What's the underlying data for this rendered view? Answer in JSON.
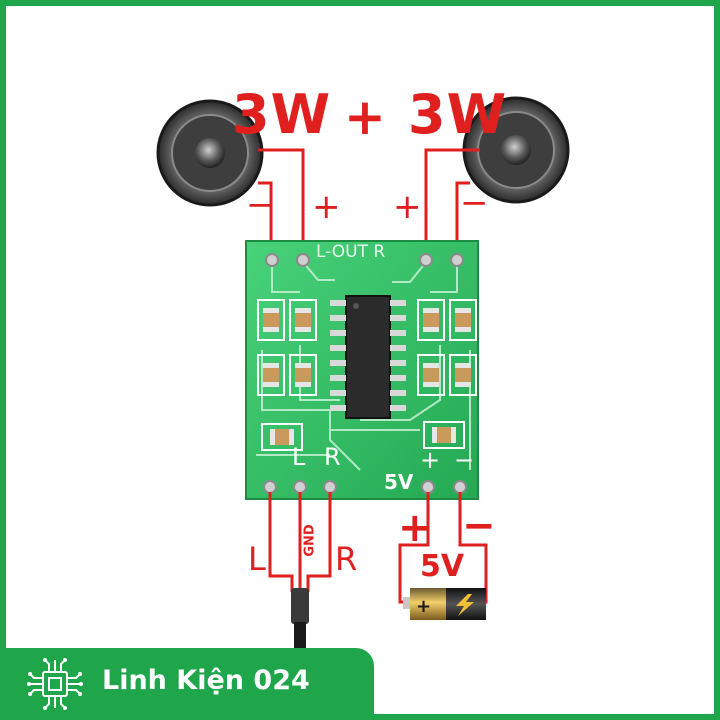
{
  "labels": {
    "power_left": "3W",
    "plus_between": "+",
    "power_right": "3W",
    "left_speaker_minus": "−",
    "left_speaker_plus": "+",
    "right_speaker_plus": "+",
    "right_speaker_minus": "−",
    "input_left": "L",
    "input_ground": "GND",
    "input_right": "R",
    "supply_plus": "+",
    "supply_minus": "−",
    "supply_voltage": "5V"
  },
  "board_silkscreen": {
    "output_label": "L-OUT R",
    "input_left": "L",
    "input_right": "R",
    "supply_label": "5V",
    "supply_plus": "+",
    "supply_minus": "−"
  },
  "brand": {
    "name": "Linh Kiện 024"
  },
  "colors": {
    "frame_green": "#1fa64a",
    "wire_red": "#e01f1f",
    "pcb_green": "#35c468"
  }
}
